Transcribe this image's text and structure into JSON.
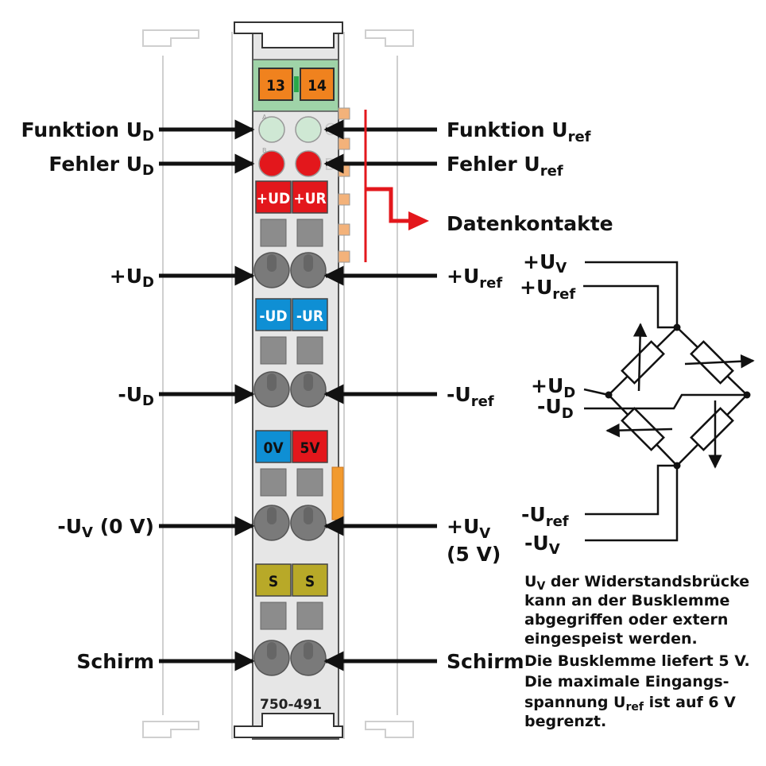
{
  "module": {
    "model": "750-491",
    "top_numbers": [
      "13",
      "14"
    ]
  },
  "slots": {
    "pud": "+UD",
    "pur": "+UR",
    "mud": "-UD",
    "mur": "-UR",
    "zero": "0V",
    "five": "5V",
    "s1": "S",
    "s2": "S"
  },
  "left_labels": {
    "funktion": {
      "main": "Funktion U",
      "sub": "D"
    },
    "fehler": {
      "main": "Fehler U",
      "sub": "D"
    },
    "plus_ud": {
      "main": "+U",
      "sub": "D"
    },
    "minus_ud": {
      "main": "-U",
      "sub": "D"
    },
    "minus_uv": {
      "main": "-U",
      "sub": "V",
      "tail": " (0 V)"
    },
    "schirm": "Schirm"
  },
  "right_labels": {
    "funktion": {
      "main": "Funktion U",
      "sub": "ref"
    },
    "fehler": {
      "main": "Fehler U",
      "sub": "ref"
    },
    "datenkontakte": "Datenkontakte",
    "plus_uref": {
      "main": "+U",
      "sub": "ref"
    },
    "minus_uref": {
      "main": "-U",
      "sub": "ref"
    },
    "plus_uv": {
      "main": "+U",
      "sub": "V",
      "line2": "(5 V)"
    },
    "schirm": "Schirm"
  },
  "bridge": {
    "plus_uv": {
      "main": "+U",
      "sub": "V"
    },
    "plus_uref": {
      "main": "+U",
      "sub": "ref"
    },
    "plus_ud": {
      "main": "+U",
      "sub": "D"
    },
    "minus_ud": {
      "main": "-U",
      "sub": "D"
    },
    "minus_uref": {
      "main": "-U",
      "sub": "ref"
    },
    "minus_uv": {
      "main": "-U",
      "sub": "V"
    }
  },
  "note": {
    "l1_sub": "V",
    "l1_main": "U",
    "l1_rest": " der Widerstandsbrücke",
    "l2": "kann an der Busklemme",
    "l3": "abgegriffen oder extern",
    "l4": "eingespeist werden.",
    "l5": "Die Busklemme liefert 5 V.",
    "l6": "Die maximale Eingangs-",
    "l7_main": "spannung U",
    "l7_sub": "ref",
    "l7_rest": " ist auf 6 V",
    "l8": "begrenzt."
  },
  "colors": {
    "orange": "#f0821e",
    "red": "#e3171c",
    "blue": "#0f8fd4",
    "olive": "#b8a928",
    "green_led": "#cfe8d4",
    "light_green": "#9fd3a8",
    "body_gray": "#e6e6e6",
    "dark_gray": "#888888"
  }
}
